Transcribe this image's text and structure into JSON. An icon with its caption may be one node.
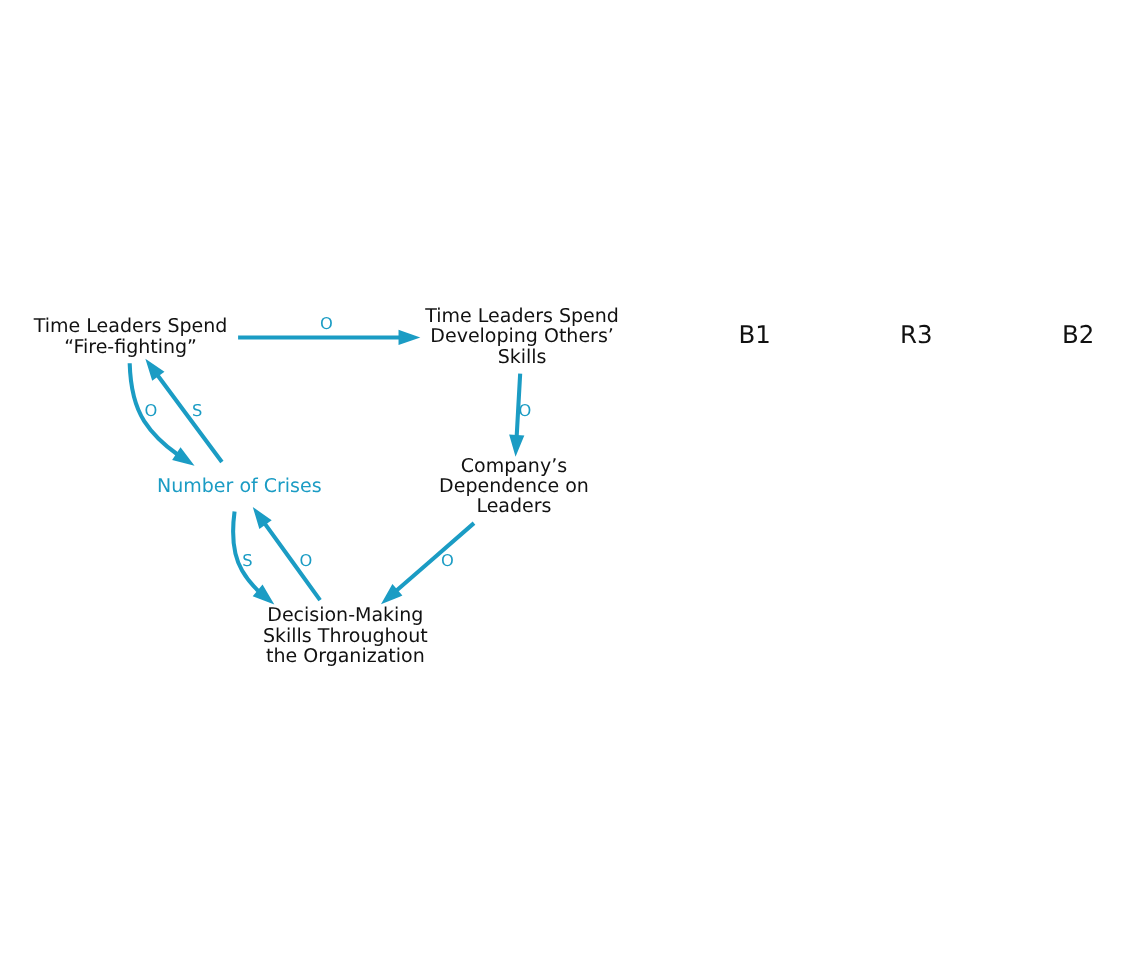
{
  "diagram": {
    "nodes": [
      {
        "text": [
          "Time Leaders Spend “Fire-fighting”"
        ]
      },
      {
        "text": [
          "Time Leaders Spend Developing Others’ Skills"
        ]
      },
      {
        "text": [
          "Number of Crises"
        ]
      },
      {
        "text": [
          "Company’s Dependence on Leaders"
        ]
      },
      {
        "text": [
          "Decision-Making Skills Throughout the Organization"
        ]
      }
    ],
    "edges": [
      {
        "from": 2,
        "to": 0,
        "arrow": "to",
        "label": "S"
      },
      {
        "from": 0,
        "to": 2,
        "arrow": "to",
        "label": "O"
      },
      {
        "from": 0,
        "to": 1,
        "arrow": "to",
        "label": "O"
      },
      {
        "from": 1,
        "to": 3,
        "arrow": "to",
        "label": "O"
      },
      {
        "from": 3,
        "to": 4,
        "arrow": "to",
        "label": "O"
      },
      {
        "from": 2,
        "to": 4,
        "arrow": "to",
        "label": "S"
      },
      {
        "from": 4,
        "to": 2,
        "arrow": "to",
        "label": "O"
      }
    ],
    "labels": [
      "B1",
      "R3",
      "B2"
    ]
  }
}
